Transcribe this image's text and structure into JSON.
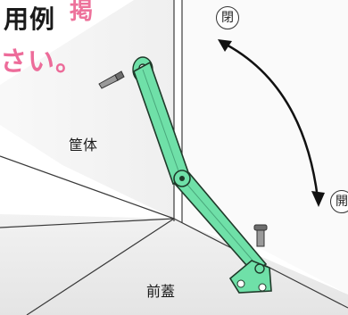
{
  "title": {
    "main": "用例",
    "cut_text": "掲",
    "pink_line": "さい。"
  },
  "labels": {
    "cabinet": "筐体",
    "front_lid": "前蓋",
    "close": "閉",
    "open": "開"
  },
  "colors": {
    "stay_arm": "#6fe0a8",
    "stay_outline": "#1f3a2a",
    "accent_pink": "#ec5d90",
    "screw": "#8a8a8a"
  },
  "icons": [
    "screw-icon",
    "motion-arc-arrow-icon"
  ]
}
